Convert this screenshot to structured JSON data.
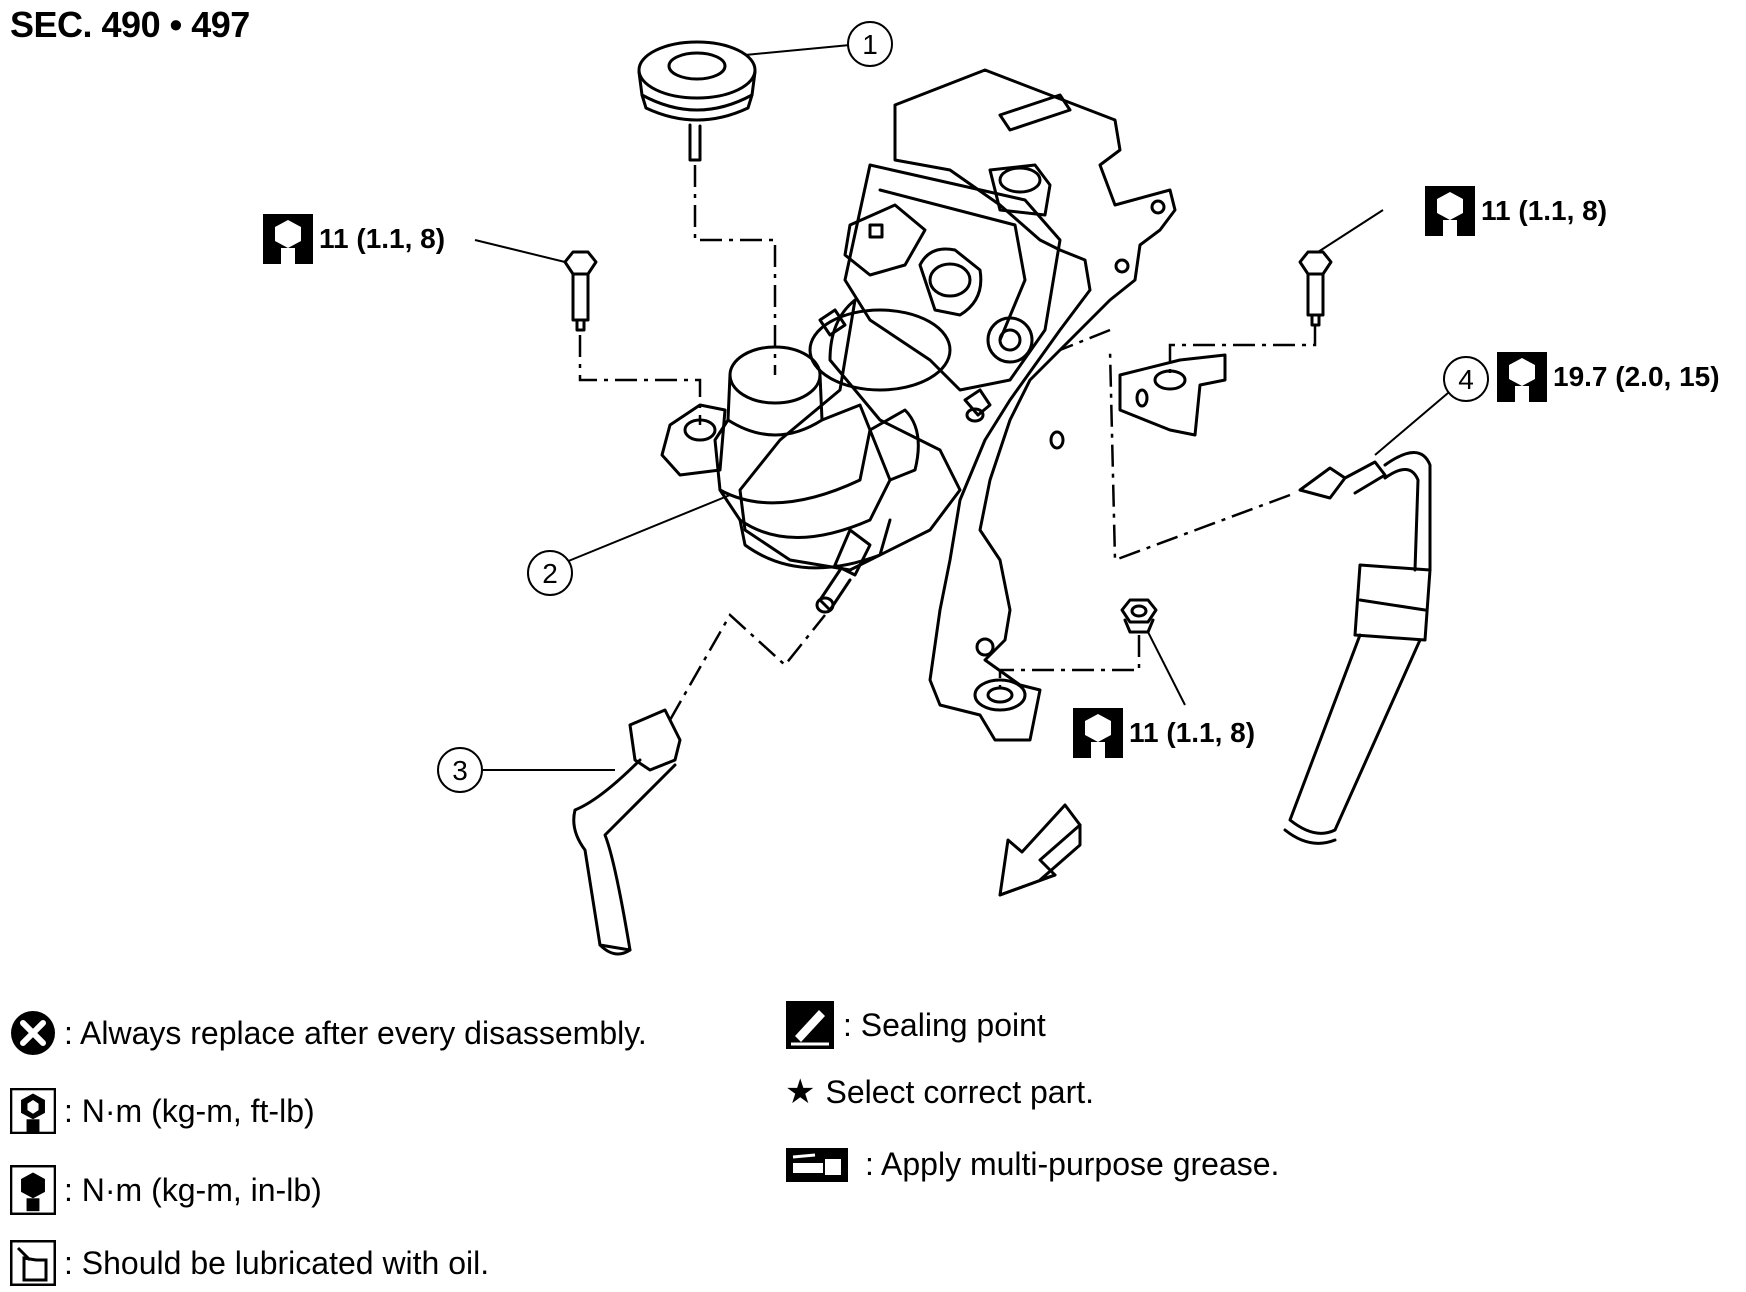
{
  "section": "SEC. 490 • 497",
  "callouts": [
    "1",
    "2",
    "3",
    "4"
  ],
  "torque_specs": [
    {
      "value": "11 (1.1, 8)",
      "icon": "wrench-ft-lb-icon"
    },
    {
      "value": "11 (1.1, 8)",
      "icon": "wrench-ft-lb-icon"
    },
    {
      "value": "19.7 (2.0, 15)",
      "icon": "wrench-ft-lb-icon"
    },
    {
      "value": "11 (1.1, 8)",
      "icon": "wrench-ft-lb-icon"
    }
  ],
  "legend": {
    "replace": ": Always replace after every disassembly.",
    "nm_ftlb": ": N·m (kg-m, ft-lb)",
    "nm_inlb": ": N·m (kg-m, in-lb)",
    "lubricate": ": Should be lubricated with oil.",
    "sealing": ": Sealing point",
    "select": "Select correct part.",
    "grease": ": Apply multi-purpose grease."
  }
}
